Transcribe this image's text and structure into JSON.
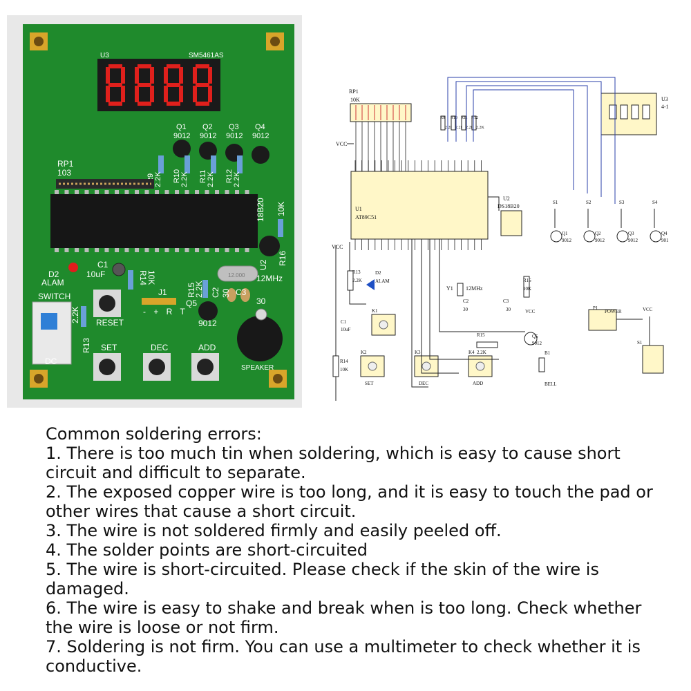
{
  "pcb": {
    "display": {
      "ref": "U3",
      "part": "SM5461AS"
    },
    "transistors": [
      {
        "ref": "Q1",
        "part": "9012"
      },
      {
        "ref": "Q2",
        "part": "9012"
      },
      {
        "ref": "Q3",
        "part": "9012"
      },
      {
        "ref": "Q4",
        "part": "9012"
      }
    ],
    "resistors_top": [
      {
        "ref": "R9",
        "value": "2.2K"
      },
      {
        "ref": "R10",
        "value": "2.2K"
      },
      {
        "ref": "R11",
        "value": "2.2K"
      },
      {
        "ref": "R12",
        "value": "2.2K"
      }
    ],
    "rp1": {
      "ref": "RP1",
      "value": "103"
    },
    "u2": {
      "ref": "U2",
      "part": "18B20"
    },
    "r16": {
      "ref": "R16",
      "value": "10K"
    },
    "led": {
      "ref": "D2",
      "label": "ALAM"
    },
    "c1": {
      "ref": "C1",
      "value": "10uF"
    },
    "r14": {
      "ref": "R14",
      "value": "10K"
    },
    "r15": {
      "ref": "R15",
      "value": "2.2K"
    },
    "crystal": {
      "freq": "12MHz",
      "label": "12.000"
    },
    "c2": {
      "ref": "C2",
      "value": "30"
    },
    "c3": {
      "ref": "C3",
      "value": "30"
    },
    "j1": {
      "ref": "J1",
      "pins": "- + R T"
    },
    "q5": {
      "ref": "Q5",
      "part": "9012"
    },
    "r13": {
      "ref": "R13",
      "value": "2.2K"
    },
    "switch": {
      "label": "SWITCH",
      "dc": "DC"
    },
    "buttons": {
      "reset": "RESET",
      "set": "SET",
      "dec": "DEC",
      "add": "ADD"
    },
    "speaker": "SPEAKER"
  },
  "schematic": {
    "rp1": {
      "ref": "RP1",
      "value": "10K"
    },
    "vcc": "VCC",
    "u1": {
      "ref": "U1",
      "part": "AT89C51"
    },
    "r_top": [
      {
        "ref": "R9",
        "value": "2.2K"
      },
      {
        "ref": "R10",
        "value": "2.2K"
      },
      {
        "ref": "R11",
        "value": "2.2K"
      },
      {
        "ref": "R12",
        "value": "2.2K"
      }
    ],
    "u3": {
      "ref": "U3",
      "value": "4-1"
    },
    "u2": {
      "ref": "U2",
      "part": "DS18B20"
    },
    "switches": [
      "S1",
      "S2",
      "S3",
      "S4"
    ],
    "transistors": [
      {
        "ref": "Q1",
        "part": "9012"
      },
      {
        "ref": "Q2",
        "part": "9012"
      },
      {
        "ref": "Q3",
        "part": "9012"
      },
      {
        "ref": "Q4",
        "part": "901"
      }
    ],
    "r13": {
      "ref": "R13",
      "value": "2.2K"
    },
    "d2": {
      "ref": "D2",
      "label": "ALAM"
    },
    "y1": {
      "ref": "Y1",
      "value": "12MHz"
    },
    "c1": {
      "ref": "C1",
      "value": "10uF"
    },
    "c2": {
      "ref": "C2",
      "value": "30"
    },
    "c3": {
      "ref": "C3",
      "value": "30"
    },
    "r14": {
      "ref": "R14",
      "value": "10K"
    },
    "r15": {
      "ref": "R15",
      "value": "2.2K"
    },
    "r16": {
      "ref": "R16",
      "value": "10K"
    },
    "q5": {
      "ref": "Q5",
      "part": "9012"
    },
    "b1": {
      "ref": "B1",
      "label": "BELL"
    },
    "keys": [
      {
        "ref": "K1",
        "label": ""
      },
      {
        "ref": "K2",
        "label": "SET"
      },
      {
        "ref": "K3",
        "label": "DEC"
      },
      {
        "ref": "K4",
        "label": "ADD"
      }
    ],
    "p1": {
      "ref": "P1",
      "label": "POWER"
    },
    "s1": {
      "ref": "S1"
    }
  },
  "notes": {
    "title": "Common soldering errors:",
    "items": [
      "1. There is too much tin when soldering, which is easy to cause short circuit and difficult to separate.",
      "2. The exposed copper wire is too long, and it is easy to touch the pad or other wires that cause a short circuit.",
      "3. The wire is not soldered firmly and easily peeled off.",
      "4. The solder points are short-circuited",
      "5. The wire is short-circuited. Please check if the skin of the wire is damaged.",
      "6. The wire is easy to shake and break when is too long. Check whether the wire is loose or not firm.",
      "7. Soldering is not firm. You can use a multimeter to check whether it is conductive."
    ]
  },
  "colors": {
    "pcb": "#1f8a2c",
    "segment": "#e0201c",
    "text": "#111111"
  }
}
